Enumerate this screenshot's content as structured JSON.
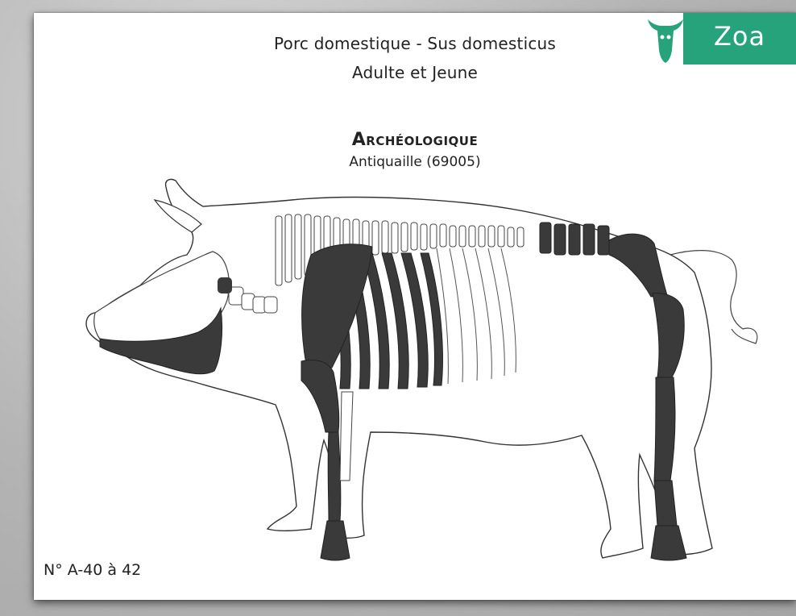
{
  "card": {
    "common_name_line": "Porc domestique - Sus domesticus",
    "age_line": "Adulte et Jeune",
    "site_name": "Archéologique",
    "site_location": "Antiquaille (69005)",
    "catalog_number": "N° A-40 à 42"
  },
  "brand": {
    "name": "Zoa",
    "color": "#27a37b",
    "logo_icon": "bull-skull-icon"
  },
  "illustration": {
    "subject": "pig-skeleton-icon",
    "present_bone_color": "#3a3a3a",
    "absent_bone_color": "#ffffff"
  }
}
